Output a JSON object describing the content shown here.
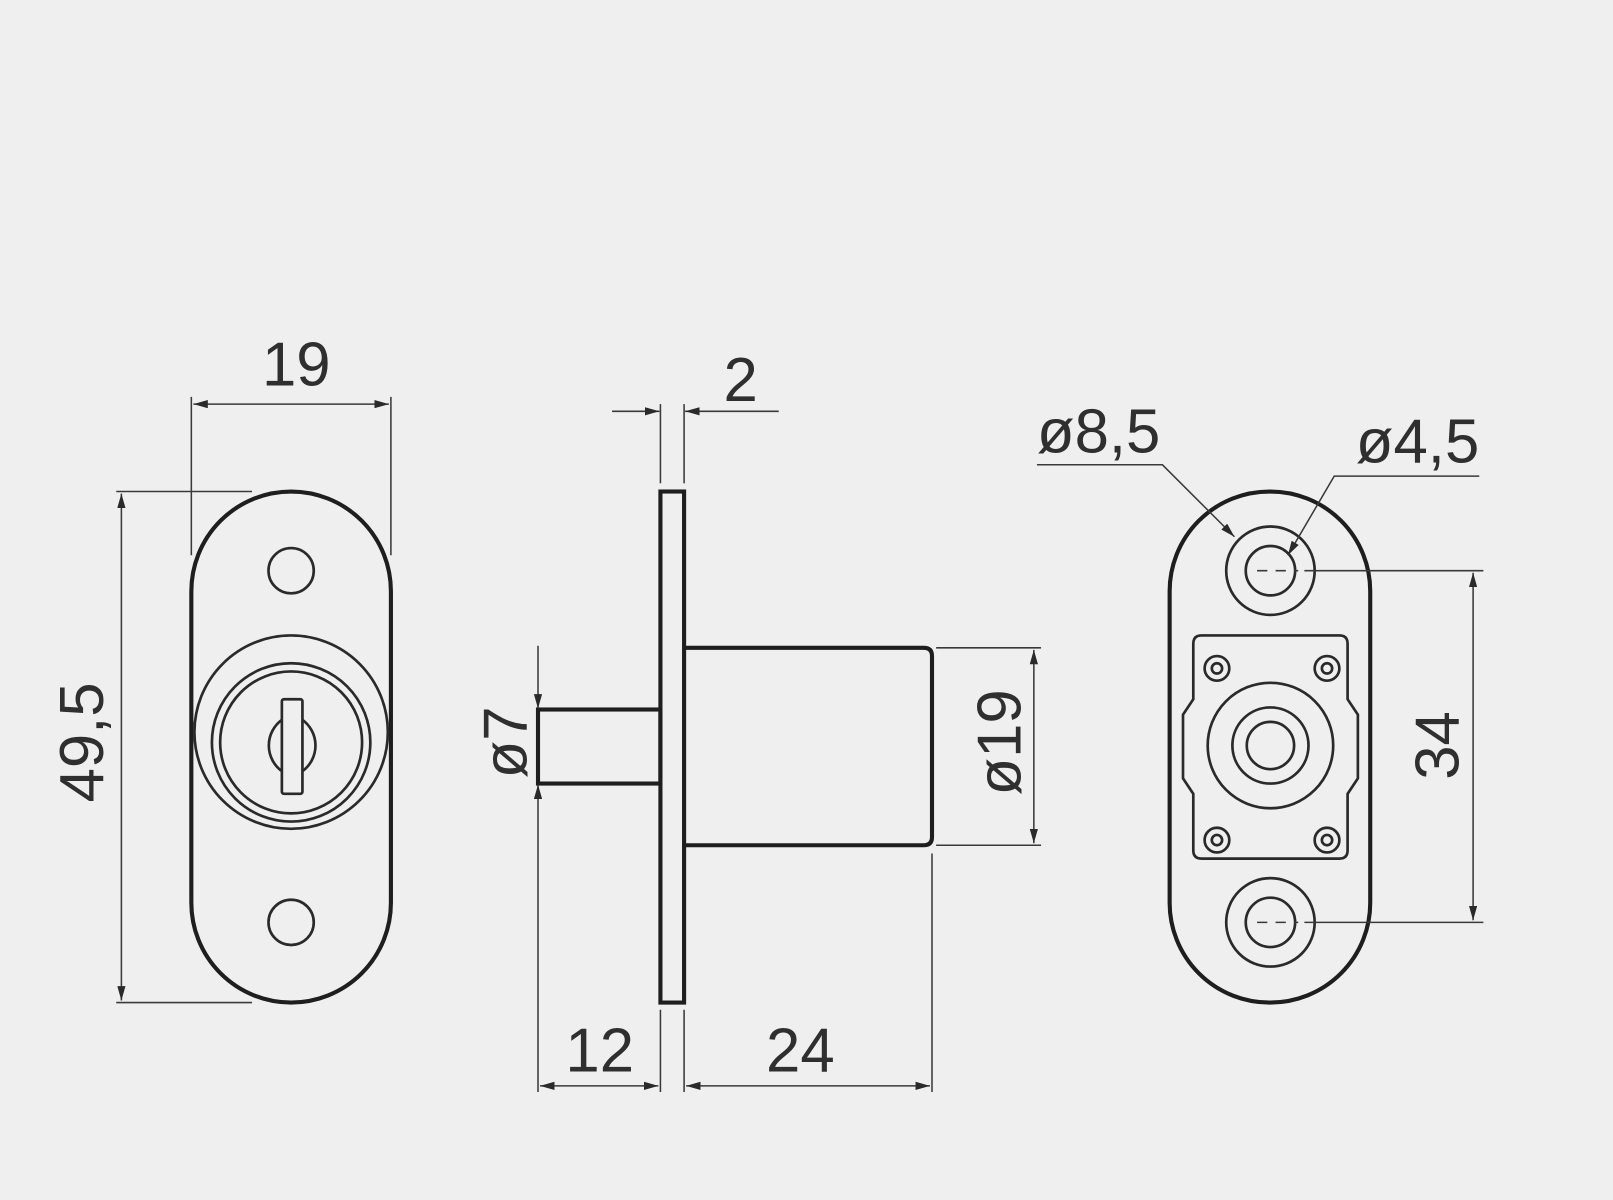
{
  "dimensions": {
    "front_width": "19",
    "front_height": "49,5",
    "flange_thickness": "2",
    "pin_diameter": "ø7",
    "body_diameter": "ø19",
    "pin_length": "12",
    "body_length": "24",
    "counterbore_diameter": "ø8,5",
    "hole_diameter": "ø4,5",
    "hole_spacing": "34"
  },
  "colors": {
    "background": "#efefef",
    "line": "#1e1e1e"
  }
}
